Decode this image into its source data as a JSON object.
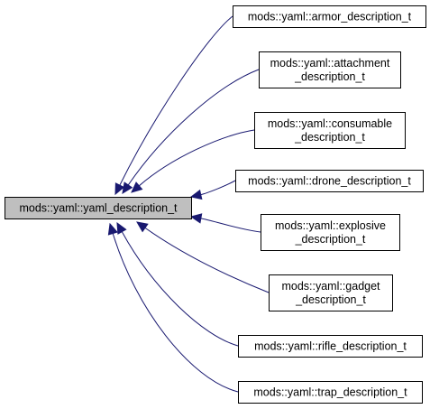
{
  "diagram": {
    "base": {
      "lines": [
        "mods::yaml::yaml_description_t"
      ]
    },
    "derived": [
      {
        "id": "armor",
        "lines": [
          "mods::yaml::armor_description_t"
        ]
      },
      {
        "id": "attachment",
        "lines": [
          "mods::yaml::attachment",
          "_description_t"
        ]
      },
      {
        "id": "consumable",
        "lines": [
          "mods::yaml::consumable",
          "_description_t"
        ]
      },
      {
        "id": "drone",
        "lines": [
          "mods::yaml::drone_description_t"
        ]
      },
      {
        "id": "explosive",
        "lines": [
          "mods::yaml::explosive",
          "_description_t"
        ]
      },
      {
        "id": "gadget",
        "lines": [
          "mods::yaml::gadget",
          "_description_t"
        ]
      },
      {
        "id": "rifle",
        "lines": [
          "mods::yaml::rifle_description_t"
        ]
      },
      {
        "id": "trap",
        "lines": [
          "mods::yaml::trap_description_t"
        ]
      }
    ],
    "colors": {
      "base_fill": "#bfbfbf",
      "node_fill": "#ffffff",
      "border": "#000000",
      "edge": "#191970"
    }
  }
}
